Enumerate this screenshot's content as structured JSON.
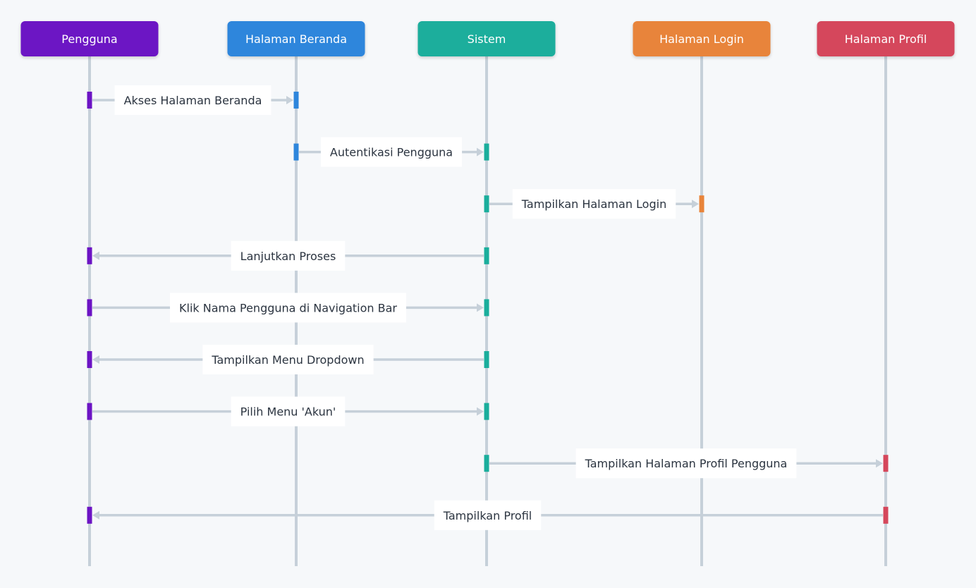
{
  "diagram": {
    "type": "sequence",
    "actors": [
      {
        "id": "pengguna",
        "name": "Pengguna",
        "color": "#6c14c4"
      },
      {
        "id": "beranda",
        "name": "Halaman Beranda",
        "color": "#2e86dc"
      },
      {
        "id": "sistem",
        "name": "Sistem",
        "color": "#1aae9c"
      },
      {
        "id": "login",
        "name": "Halaman Login",
        "color": "#e8843a"
      },
      {
        "id": "profil",
        "name": "Halaman Profil",
        "color": "#d5475b"
      }
    ],
    "messages": [
      {
        "from": "pengguna",
        "to": "beranda",
        "label": "Akses Halaman Beranda"
      },
      {
        "from": "beranda",
        "to": "sistem",
        "label": "Autentikasi Pengguna"
      },
      {
        "from": "sistem",
        "to": "login",
        "label": "Tampilkan Halaman Login"
      },
      {
        "from": "sistem",
        "to": "pengguna",
        "label": "Lanjutkan Proses"
      },
      {
        "from": "pengguna",
        "to": "sistem",
        "label": "Klik Nama Pengguna di Navigation Bar"
      },
      {
        "from": "sistem",
        "to": "pengguna",
        "label": "Tampilkan Menu Dropdown"
      },
      {
        "from": "pengguna",
        "to": "sistem",
        "label": "Pilih Menu 'Akun'"
      },
      {
        "from": "sistem",
        "to": "profil",
        "label": "Tampilkan Halaman Profil Pengguna"
      },
      {
        "from": "profil",
        "to": "pengguna",
        "label": "Tampilkan Profil"
      }
    ]
  }
}
